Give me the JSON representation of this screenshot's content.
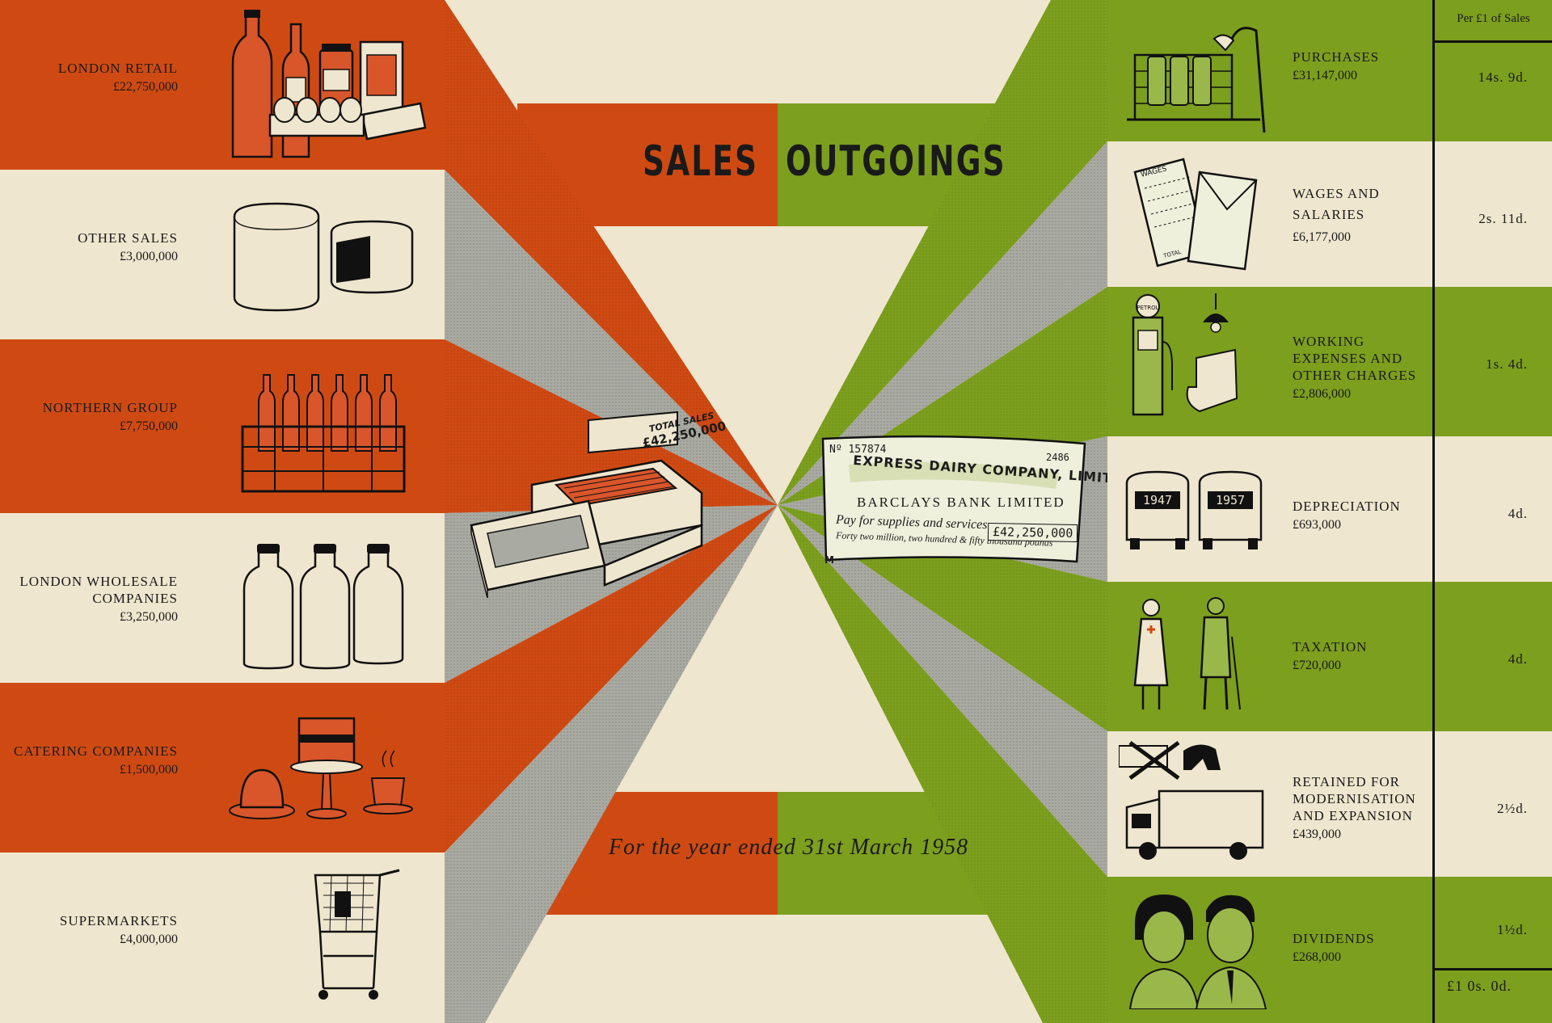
{
  "headings": {
    "sales": "SALES",
    "outgoings": "OUTGOINGS",
    "year": "For the year ended 31st March 1958",
    "per_pound_header": "Per £1 of Sales"
  },
  "sales": [
    {
      "label": "LONDON RETAIL",
      "amount": "£22,750,000"
    },
    {
      "label": "OTHER SALES",
      "amount": "£3,000,000"
    },
    {
      "label": "NORTHERN GROUP",
      "amount": "£7,750,000"
    },
    {
      "label": "LONDON WHOLESALE COMPANIES",
      "amount": "£3,250,000"
    },
    {
      "label": "CATERING COMPANIES",
      "amount": "£1,500,000"
    },
    {
      "label": "SUPERMARKETS",
      "amount": "£4,000,000"
    }
  ],
  "outgoings": [
    {
      "label": "PURCHASES",
      "amount": "£31,147,000",
      "per_pound": "14s.  9d."
    },
    {
      "label": "WAGES AND SALARIES",
      "amount": "£6,177,000",
      "per_pound": "2s. 11d."
    },
    {
      "label": "WORKING EXPENSES AND OTHER CHARGES",
      "amount": "£2,806,000",
      "per_pound": "1s.  4d."
    },
    {
      "label": "DEPRECIATION",
      "amount": "£693,000",
      "per_pound": "4d."
    },
    {
      "label": "TAXATION",
      "amount": "£720,000",
      "per_pound": "4d."
    },
    {
      "label": "RETAINED FOR MODERNISATION AND EXPANSION",
      "amount": "£439,000",
      "per_pound": "2½d."
    },
    {
      "label": "DIVIDENDS",
      "amount": "£268,000",
      "per_pound": "1½d."
    }
  ],
  "total_per_pound": "£1  0s.  0d.",
  "till": {
    "tape_label": "TOTAL SALES",
    "tape_value": "£42,250,000"
  },
  "cheque": {
    "number": "Nº 157874",
    "corner": "2486",
    "company": "EXPRESS DAIRY COMPANY, LIMITED",
    "bank": "BARCLAYS BANK LIMITED",
    "payee": "Pay for supplies and services",
    "words": "Forty two million, two hundred & fifty thousand pounds",
    "amount": "£42,250,000",
    "mark": "M"
  },
  "van_years": [
    "1947",
    "1957"
  ],
  "icons": {
    "wages_slip": "WAGES",
    "wages_total": "TOTAL",
    "petrol": "PETROL"
  },
  "colors": {
    "orange": "#cf4a13",
    "green": "#7c9f1e",
    "cream": "#efe6cf",
    "grey": "#a9aaa2",
    "ink": "#1a1a1a"
  }
}
